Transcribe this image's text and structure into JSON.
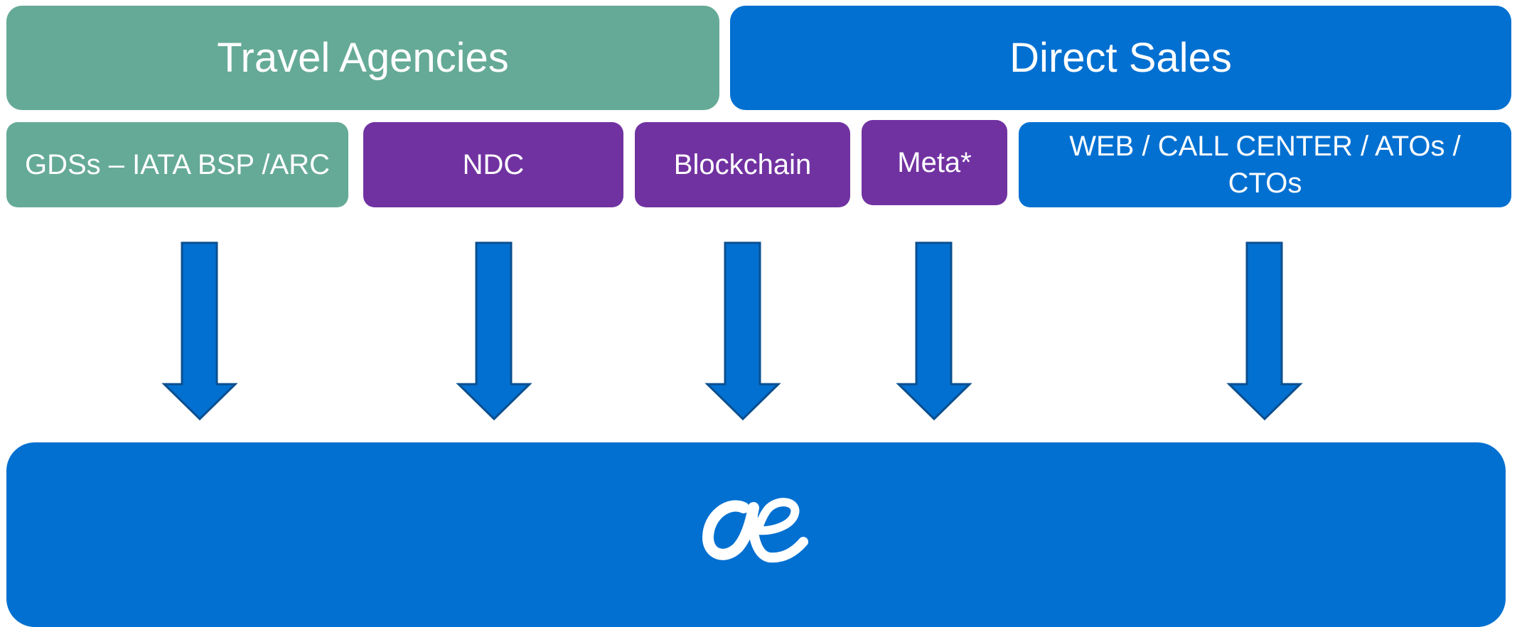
{
  "headers": {
    "travel_agencies": "Travel Agencies",
    "direct_sales": "Direct Sales"
  },
  "channels": {
    "gds": "GDSs – IATA BSP /ARC",
    "ndc": "NDC",
    "blockchain": "Blockchain",
    "meta": "Meta*",
    "web": "WEB / CALL CENTER / ATOs / CTOs"
  },
  "destination": {
    "logo_icon": "ae-logo-icon"
  },
  "colors": {
    "green": "#65aa96",
    "blue": "#0270d1",
    "purple": "#7132a1",
    "arrow_stroke": "#0a4f8f"
  }
}
